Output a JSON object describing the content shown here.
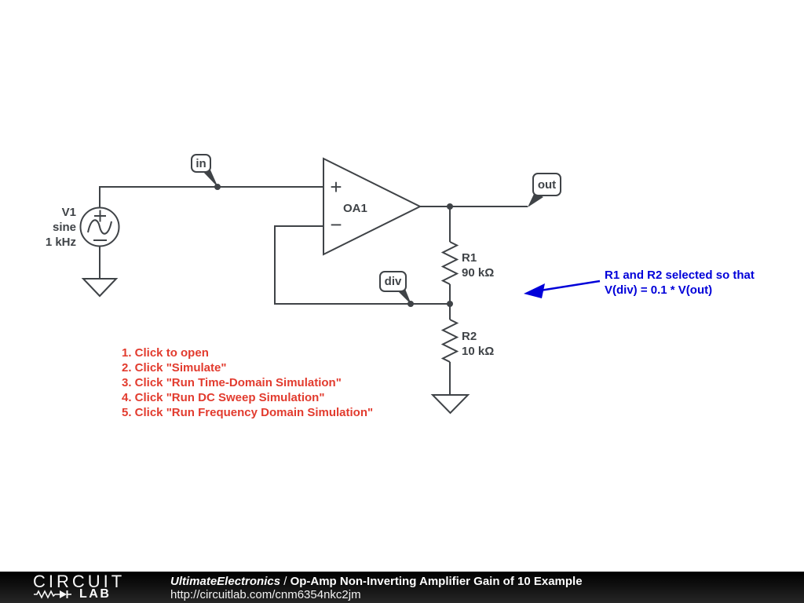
{
  "circuit": {
    "flags": {
      "in": "in",
      "out": "out",
      "div": "div"
    },
    "v1": {
      "name": "V1",
      "waveform": "sine",
      "frequency": "1 kHz"
    },
    "opamp": {
      "name": "OA1",
      "plus_label": "+",
      "minus_label": "−"
    },
    "r1": {
      "name": "R1",
      "value": "90 kΩ"
    },
    "r2": {
      "name": "R2",
      "value": "10 kΩ"
    }
  },
  "instructions": {
    "items": [
      "1. Click to open",
      "2. Click \"Simulate\"",
      "3. Click \"Run Time-Domain Simulation\"",
      "4. Click \"Run DC Sweep Simulation\"",
      "5. Click \"Run Frequency Domain Simulation\""
    ]
  },
  "annotation": {
    "line1": "R1 and R2 selected so that",
    "line2": "V(div) = 0.1 * V(out)"
  },
  "footer": {
    "logo_circuit": "CIRCUIT",
    "logo_lab": "LAB",
    "author": "UltimateElectronics",
    "separator": " / ",
    "title": "Op-Amp Non-Inverting Amplifier Gain of 10 Example",
    "url": "http://circuitlab.com/cnm6354nkc2jm"
  },
  "colors": {
    "wire": "#3f4347",
    "instruction_red": "#e23b2e",
    "annotation_blue": "#0000d9",
    "footer_background": "#000000",
    "canvas_background": "#ffffff"
  }
}
